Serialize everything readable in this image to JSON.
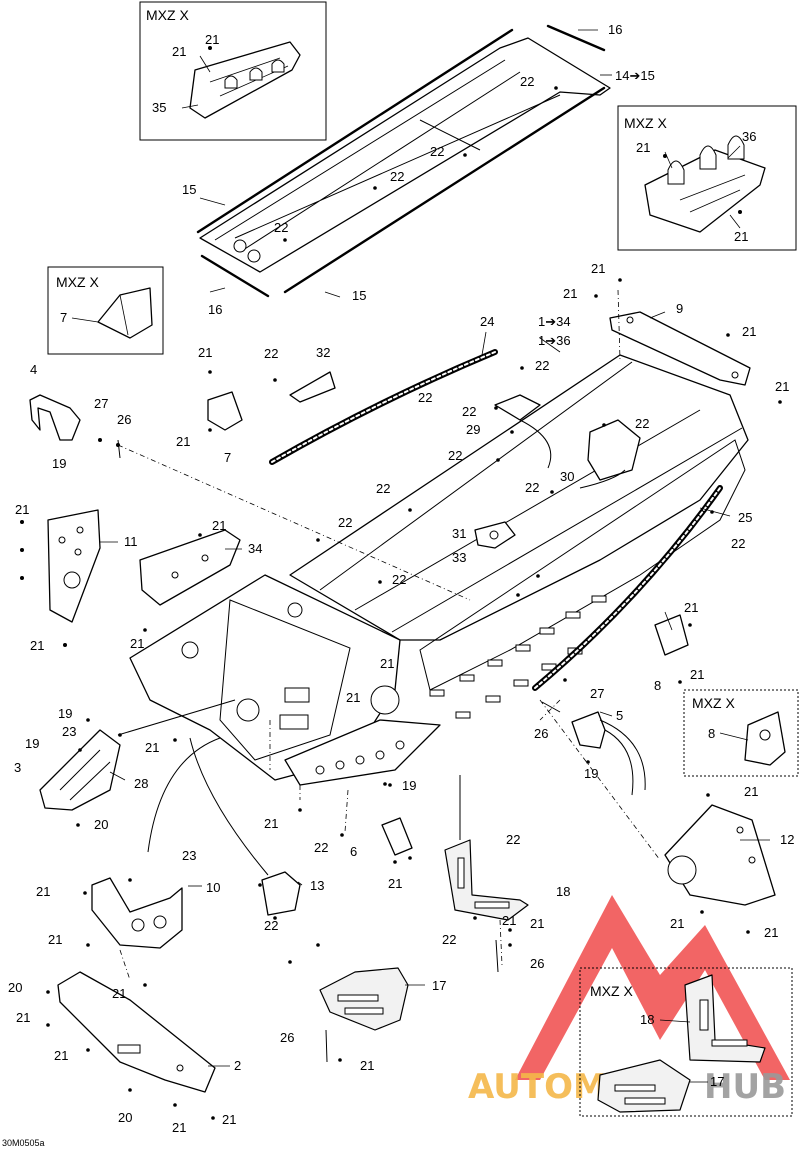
{
  "variant_label": "MXZ X",
  "drawing_code": "30M0505a",
  "watermark": {
    "brand_a": "AUTOMOTO",
    "brand_b": "HUB",
    "tri_color": "#f04a4a",
    "a_color": "#f5b84a",
    "b_color": "#9a9a9a"
  },
  "callouts": {
    "c1": "21",
    "c2": "21",
    "c3": "35",
    "c4": "16",
    "c5": "14➔15",
    "c6": "22",
    "c7": "36",
    "c8": "21",
    "c9": "21",
    "c10": "22",
    "c11": "22",
    "c12": "15",
    "c13": "22",
    "c14": "16",
    "c15": "15",
    "c16": "7",
    "c17": "21",
    "c18": "21",
    "c19": "9",
    "c20": "21",
    "c21": "21",
    "c22": "24",
    "c23": "1➔34",
    "c24": "1➔36",
    "c25": "21",
    "c26": "22",
    "c27": "32",
    "c28": "22",
    "c29": "22",
    "c30": "29",
    "c31": "22",
    "c32": "22",
    "c33": "4",
    "c34": "27",
    "c35": "26",
    "c36": "19",
    "c37": "21",
    "c38": "7",
    "c39": "30",
    "c40": "22",
    "c41": "22",
    "c42": "22",
    "c43": "25",
    "c44": "21",
    "c45": "11",
    "c46": "21",
    "c47": "34",
    "c48": "22",
    "c49": "31",
    "c50": "33",
    "c51": "22",
    "c52": "22",
    "c53": "21",
    "c54": "21",
    "c55": "21",
    "c56": "8",
    "c57": "21",
    "c58": "21",
    "c59": "19",
    "c60": "23",
    "c61": "19",
    "c62": "3",
    "c63": "28",
    "c64": "20",
    "c65": "21",
    "c66": "27",
    "c67": "5",
    "c68": "26",
    "c69": "19",
    "c70": "8",
    "c71": "19",
    "c72": "21",
    "c73": "6",
    "c74": "21",
    "c75": "22",
    "c76": "21",
    "c77": "12",
    "c78": "18",
    "c79": "21",
    "c80": "21",
    "c81": "21",
    "c82": "23",
    "c83": "10",
    "c84": "21",
    "c85": "13",
    "c86": "22",
    "c87": "21",
    "c88": "22",
    "c89": "26",
    "c90": "22",
    "c91": "17",
    "c92": "20",
    "c93": "21",
    "c94": "21",
    "c95": "21",
    "c96": "26",
    "c97": "21",
    "c98": "2",
    "c99": "20",
    "c100": "21",
    "c101": "21",
    "c102": "18",
    "c103": "17",
    "c104": "21",
    "c105": "21"
  }
}
